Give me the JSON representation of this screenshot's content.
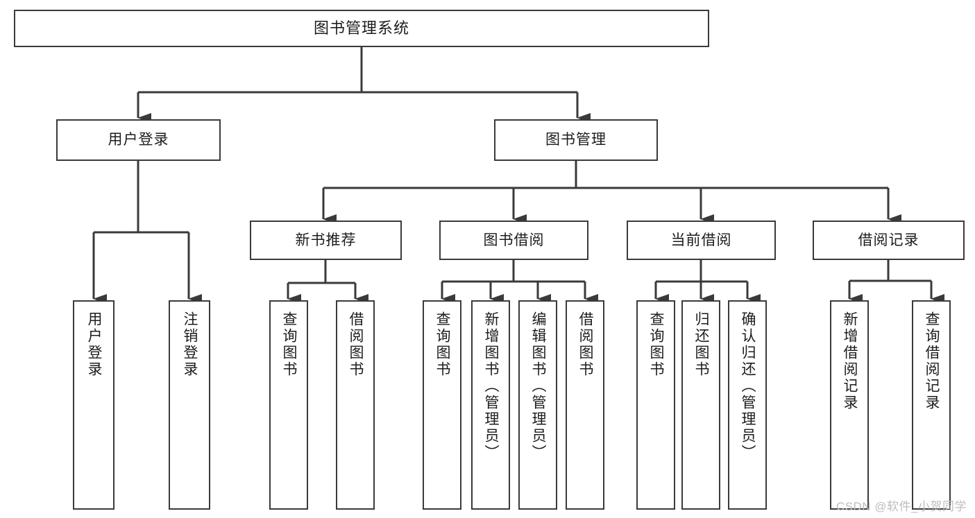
{
  "diagram": {
    "type": "tree-hierarchy-chart",
    "title": "图书管理系统",
    "watermark": "CSDN @软件_小贺同学",
    "colors": {
      "border": "#3a3a3a",
      "background": "#ffffff",
      "text": "#1c1c1c",
      "watermark": "#bdbdbd"
    },
    "nodes": {
      "root": {
        "label": "图书管理系统"
      },
      "level1": [
        {
          "id": "user-login",
          "label": "用户登录"
        },
        {
          "id": "book-manage",
          "label": "图书管理"
        }
      ],
      "level2": [
        {
          "id": "new-book-recommend",
          "label": "新书推荐"
        },
        {
          "id": "book-borrow",
          "label": "图书借阅"
        },
        {
          "id": "current-borrow",
          "label": "当前借阅"
        },
        {
          "id": "borrow-record",
          "label": "借阅记录"
        }
      ],
      "leaves": {
        "user-login": [
          {
            "id": "leaf-user-login",
            "label": "用户登录"
          },
          {
            "id": "leaf-logout-login",
            "label": "注销登录"
          }
        ],
        "new-book-recommend": [
          {
            "id": "leaf-query-book-1",
            "label": "查询图书"
          },
          {
            "id": "leaf-borrow-book-1",
            "label": "借阅图书"
          }
        ],
        "book-borrow": [
          {
            "id": "leaf-query-book-2",
            "label": "查询图书"
          },
          {
            "id": "leaf-add-book",
            "label": "新增图书（管理员）"
          },
          {
            "id": "leaf-edit-book",
            "label": "编辑图书（管理员）"
          },
          {
            "id": "leaf-borrow-book-2",
            "label": "借阅图书"
          }
        ],
        "current-borrow": [
          {
            "id": "leaf-query-book-3",
            "label": "查询图书"
          },
          {
            "id": "leaf-return-book",
            "label": "归还图书"
          },
          {
            "id": "leaf-confirm-return",
            "label": "确认归还（管理员）"
          }
        ],
        "borrow-record": [
          {
            "id": "leaf-add-record",
            "label": "新增借阅记录"
          },
          {
            "id": "leaf-query-record",
            "label": "查询借阅记录"
          }
        ]
      }
    }
  }
}
